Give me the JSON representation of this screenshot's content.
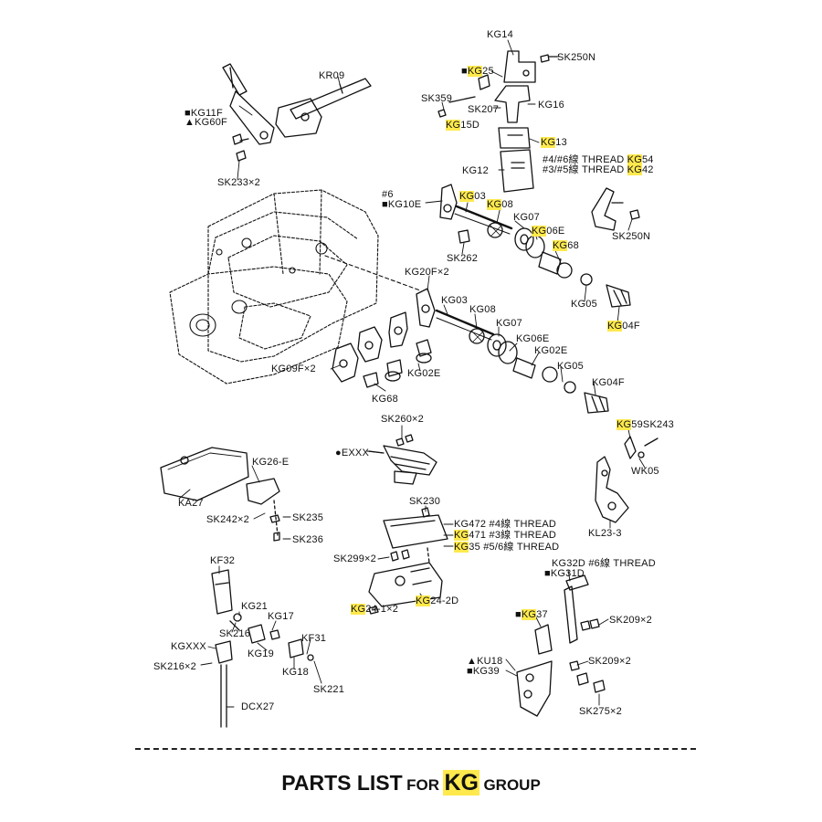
{
  "labels": [
    {
      "id": "kg14",
      "parts": [
        {
          "t": "KG14"
        }
      ]
    },
    {
      "id": "sk250n-top",
      "parts": [
        {
          "t": "SK250N"
        }
      ]
    },
    {
      "id": "kg25",
      "parts": [
        {
          "t": "■"
        },
        {
          "t": "KG",
          "hl": true
        },
        {
          "t": "25"
        }
      ]
    },
    {
      "id": "kr09",
      "parts": [
        {
          "t": "KR09"
        }
      ]
    },
    {
      "id": "sk359",
      "parts": [
        {
          "t": "SK359"
        }
      ]
    },
    {
      "id": "kg16",
      "parts": [
        {
          "t": "KG16"
        }
      ]
    },
    {
      "id": "sk207",
      "parts": [
        {
          "t": "SK207"
        }
      ]
    },
    {
      "id": "kg15d",
      "parts": [
        {
          "t": "KG",
          "hl": true
        },
        {
          "t": "15D"
        }
      ]
    },
    {
      "id": "kg11f",
      "parts": [
        {
          "t": "■KG11F"
        }
      ]
    },
    {
      "id": "kg60f",
      "parts": [
        {
          "t": "▲KG60F"
        }
      ]
    },
    {
      "id": "kg13",
      "parts": [
        {
          "t": "KG",
          "hl": true
        },
        {
          "t": "13"
        }
      ]
    },
    {
      "id": "thread1",
      "parts": [
        {
          "t": "#4/#6線  THREAD  "
        },
        {
          "t": "KG",
          "hl": true
        },
        {
          "t": "54"
        }
      ]
    },
    {
      "id": "thread2",
      "parts": [
        {
          "t": "#3/#5線  THREAD  "
        },
        {
          "t": "KG",
          "hl": true
        },
        {
          "t": "42"
        }
      ]
    },
    {
      "id": "kg12",
      "parts": [
        {
          "t": "KG12"
        }
      ]
    },
    {
      "id": "sk233",
      "parts": [
        {
          "t": "SK233×2"
        }
      ]
    },
    {
      "id": "n6",
      "parts": [
        {
          "t": "#6"
        }
      ]
    },
    {
      "id": "kg10e",
      "parts": [
        {
          "t": "■KG10E"
        }
      ]
    },
    {
      "id": "kg03-top",
      "parts": [
        {
          "t": "KG",
          "hl": true
        },
        {
          "t": "03"
        }
      ]
    },
    {
      "id": "kg08-top",
      "parts": [
        {
          "t": "KG",
          "hl": true
        },
        {
          "t": "08"
        }
      ]
    },
    {
      "id": "kg07-top",
      "parts": [
        {
          "t": "KG07"
        }
      ]
    },
    {
      "id": "kg06e-top",
      "parts": [
        {
          "t": "KG",
          "hl": true
        },
        {
          "t": "06E"
        }
      ]
    },
    {
      "id": "sk250n-right",
      "parts": [
        {
          "t": "SK250N"
        }
      ]
    },
    {
      "id": "kg68-top",
      "parts": [
        {
          "t": "KG",
          "hl": true
        },
        {
          "t": "68"
        }
      ]
    },
    {
      "id": "sk262",
      "parts": [
        {
          "t": "SK262"
        }
      ]
    },
    {
      "id": "kg20f",
      "parts": [
        {
          "t": "KG20F×2"
        }
      ]
    },
    {
      "id": "kg03-mid",
      "parts": [
        {
          "t": "KG03"
        }
      ]
    },
    {
      "id": "kg05-top",
      "parts": [
        {
          "t": "KG05"
        }
      ]
    },
    {
      "id": "kg08-mid",
      "parts": [
        {
          "t": "KG08"
        }
      ]
    },
    {
      "id": "kg04f-top",
      "parts": [
        {
          "t": "KG",
          "hl": true
        },
        {
          "t": "04F"
        }
      ]
    },
    {
      "id": "kg07-mid",
      "parts": [
        {
          "t": "KG07"
        }
      ]
    },
    {
      "id": "kg06e-mid",
      "parts": [
        {
          "t": "KG06E"
        }
      ]
    },
    {
      "id": "kg02e-mid",
      "parts": [
        {
          "t": "KG02E"
        }
      ]
    },
    {
      "id": "kg05-mid",
      "parts": [
        {
          "t": "KG05"
        }
      ]
    },
    {
      "id": "kg09f",
      "parts": [
        {
          "t": "KG09F×2"
        }
      ]
    },
    {
      "id": "kg02e-left",
      "parts": [
        {
          "t": "KG02E"
        }
      ]
    },
    {
      "id": "kg04f-mid",
      "parts": [
        {
          "t": "KG04F"
        }
      ]
    },
    {
      "id": "kg68-mid",
      "parts": [
        {
          "t": "KG68"
        }
      ]
    },
    {
      "id": "sk260",
      "parts": [
        {
          "t": "SK260×2"
        }
      ]
    },
    {
      "id": "kg59",
      "parts": [
        {
          "t": "KG",
          "hl": true
        },
        {
          "t": "59SK243"
        }
      ]
    },
    {
      "id": "exxx",
      "parts": [
        {
          "t": "●EXXX"
        }
      ]
    },
    {
      "id": "kg26e",
      "parts": [
        {
          "t": "KG26-E"
        }
      ]
    },
    {
      "id": "wk05",
      "parts": [
        {
          "t": "WK05"
        }
      ]
    },
    {
      "id": "sk230",
      "parts": [
        {
          "t": "SK230"
        }
      ]
    },
    {
      "id": "ka27",
      "parts": [
        {
          "t": "KA27"
        }
      ]
    },
    {
      "id": "sk235",
      "parts": [
        {
          "t": "SK235"
        }
      ]
    },
    {
      "id": "sk242",
      "parts": [
        {
          "t": "SK242×2"
        }
      ]
    },
    {
      "id": "kl233",
      "parts": [
        {
          "t": "KL23-3"
        }
      ]
    },
    {
      "id": "kg472",
      "parts": [
        {
          "t": "KG472  #4線  THREAD"
        }
      ]
    },
    {
      "id": "kg471",
      "parts": [
        {
          "t": "KG",
          "hl": true
        },
        {
          "t": "471  #3線  THREAD"
        }
      ]
    },
    {
      "id": "sk236",
      "parts": [
        {
          "t": "SK236"
        }
      ]
    },
    {
      "id": "kg35",
      "parts": [
        {
          "t": "KG",
          "hl": true
        },
        {
          "t": "35  #5/6線  THREAD"
        }
      ]
    },
    {
      "id": "kf32",
      "parts": [
        {
          "t": "KF32"
        }
      ]
    },
    {
      "id": "sk299",
      "parts": [
        {
          "t": "SK299×2"
        }
      ]
    },
    {
      "id": "kg32d",
      "parts": [
        {
          "t": "KG32D  #6線  THREAD"
        }
      ]
    },
    {
      "id": "kg31d",
      "parts": [
        {
          "t": "■KG31D"
        }
      ]
    },
    {
      "id": "kg24-2d",
      "parts": [
        {
          "t": "KG",
          "hl": true
        },
        {
          "t": "24-2D"
        }
      ]
    },
    {
      "id": "kg21",
      "parts": [
        {
          "t": "KG21"
        }
      ]
    },
    {
      "id": "kg24-1",
      "parts": [
        {
          "t": "KG",
          "hl": true
        },
        {
          "t": "24-1×2"
        }
      ]
    },
    {
      "id": "kg37",
      "parts": [
        {
          "t": "■"
        },
        {
          "t": "KG",
          "hl": true
        },
        {
          "t": "37"
        }
      ]
    },
    {
      "id": "kg17",
      "parts": [
        {
          "t": "KG17"
        }
      ]
    },
    {
      "id": "sk209-a",
      "parts": [
        {
          "t": "SK209×2"
        }
      ]
    },
    {
      "id": "sk216-a",
      "parts": [
        {
          "t": "SK216"
        }
      ]
    },
    {
      "id": "kf31",
      "parts": [
        {
          "t": "KF31"
        }
      ]
    },
    {
      "id": "kgxxx",
      "parts": [
        {
          "t": "KGXXX"
        }
      ]
    },
    {
      "id": "kg19",
      "parts": [
        {
          "t": "KG19"
        }
      ]
    },
    {
      "id": "ku18",
      "parts": [
        {
          "t": "▲KU18"
        }
      ]
    },
    {
      "id": "sk209-b",
      "parts": [
        {
          "t": "SK209×2"
        }
      ]
    },
    {
      "id": "sk216-b",
      "parts": [
        {
          "t": "SK216×2"
        }
      ]
    },
    {
      "id": "kg18",
      "parts": [
        {
          "t": "KG18"
        }
      ]
    },
    {
      "id": "kg39",
      "parts": [
        {
          "t": "■KG39"
        }
      ]
    },
    {
      "id": "sk221",
      "parts": [
        {
          "t": "SK221"
        }
      ]
    },
    {
      "id": "dcx27",
      "parts": [
        {
          "t": "DCX27"
        }
      ]
    },
    {
      "id": "sk275",
      "parts": [
        {
          "t": "SK275×2"
        }
      ]
    }
  ],
  "title": {
    "prefix": "PARTS LIST",
    "for": "FOR",
    "group_code": "KG",
    "suffix": "GROUP"
  },
  "colors": {
    "highlight": "#ffe94d",
    "ink": "#111111"
  }
}
